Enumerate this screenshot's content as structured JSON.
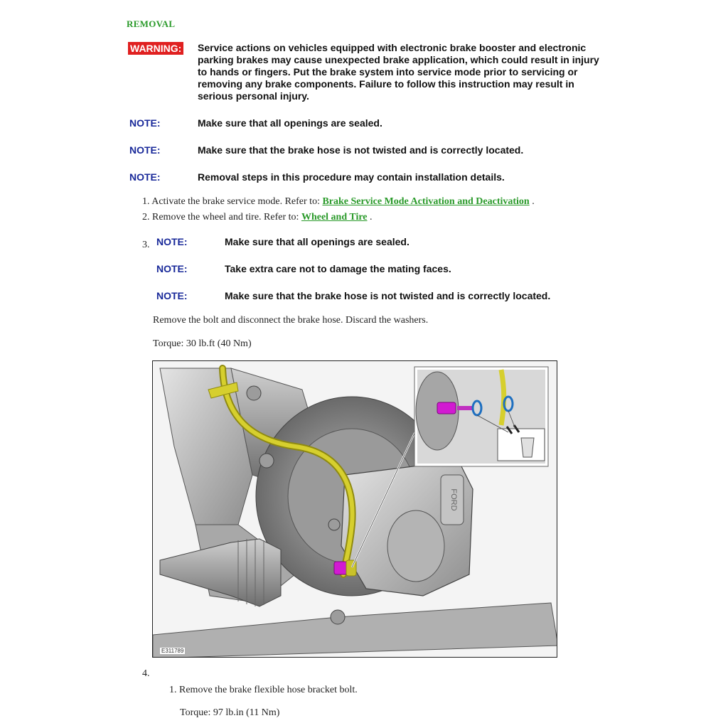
{
  "section_title": "REMOVAL",
  "warning": {
    "label": "WARNING:",
    "text": "Service actions on vehicles equipped with electronic brake booster and electronic parking brakes may cause unexpected brake application, which could result in injury to hands or fingers. Put the brake system into service mode prior to servicing or removing any brake components. Failure to follow this instruction may result in serious personal injury."
  },
  "notes_top": [
    {
      "label": "NOTE:",
      "text": "Make sure that all openings are sealed."
    },
    {
      "label": "NOTE:",
      "text": "Make sure that the brake hose is not twisted and is correctly located."
    },
    {
      "label": "NOTE:",
      "text": "Removal steps in this procedure may contain installation details."
    }
  ],
  "steps": {
    "s1": {
      "number": "1.",
      "text": "Activate the brake service mode. Refer to:",
      "link": "Brake Service Mode Activation and Deactivation",
      "end": "."
    },
    "s2": {
      "number": "2.",
      "text": "Remove the wheel and tire. Refer to:",
      "link": "Wheel and Tire",
      "end": "."
    },
    "s3": {
      "number": "3.",
      "notes": [
        {
          "label": "NOTE:",
          "text": "Make sure that all openings are sealed."
        },
        {
          "label": "NOTE:",
          "text": "Take extra care not to damage the mating faces."
        },
        {
          "label": "NOTE:",
          "text": "Make sure that the brake hose is not twisted and is correctly located."
        }
      ],
      "instruction": "Remove the bolt and disconnect the brake hose. Discard the washers.",
      "torque": "Torque: 30 lb.ft (40 Nm)"
    },
    "s4": {
      "number": "4.",
      "sub_number": "1.",
      "sub_text": "Remove the brake flexible hose bracket bolt.",
      "torque": "Torque: 97 lb.in (11 Nm)"
    }
  },
  "figure": {
    "code": "E311789",
    "caliper_text": "FORD"
  },
  "colors": {
    "green_link": "#2a9a2a",
    "note_blue": "#1a2a9a",
    "warning_red": "#e02020",
    "hose_yellow": "#c9c22a",
    "bolt_magenta": "#d21ad2"
  }
}
